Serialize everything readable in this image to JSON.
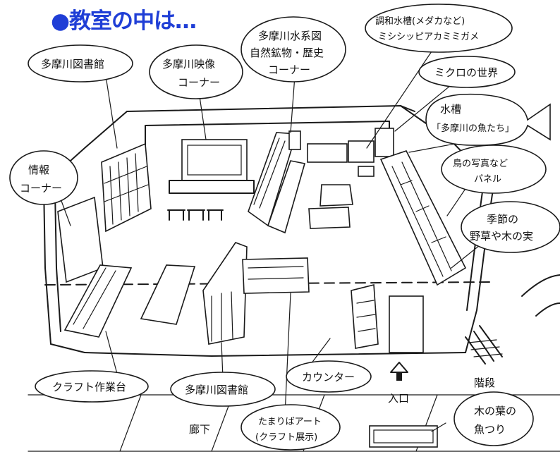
{
  "heading": "●教室の中は…",
  "labels": {
    "library_top": "多摩川図書館",
    "video_corner": [
      "多摩川映像",
      "コーナー"
    ],
    "nature_corner": [
      "多摩川水系図",
      "自然鉱物・歴史",
      "コーナー"
    ],
    "aquarium_mix": [
      "調和水槽(メダカなど)",
      "ミシシッピアカミミガメ"
    ],
    "micro_world": "ミクロの世界",
    "fish_tank": [
      "水槽",
      "「多摩川の魚たち」"
    ],
    "info_corner": [
      "情報",
      "コーナー"
    ],
    "bird_panel": [
      "鳥の写真など",
      "パネル"
    ],
    "seasonal": [
      "季節の",
      "野草や木の実"
    ],
    "craft_table": "クラフト作業台",
    "library_bottom": "多摩川図書館",
    "counter": "カウンター",
    "entrance": "入口",
    "stairs": "階段",
    "corridor": "廊下",
    "tamari_art": [
      "たまりばアート",
      "(クラフト展示)"
    ],
    "leaf_fishing": [
      "木の葉の",
      "魚つり"
    ]
  },
  "colors": {
    "heading": "#1f3ed6",
    "ink": "#1a1a1a"
  }
}
